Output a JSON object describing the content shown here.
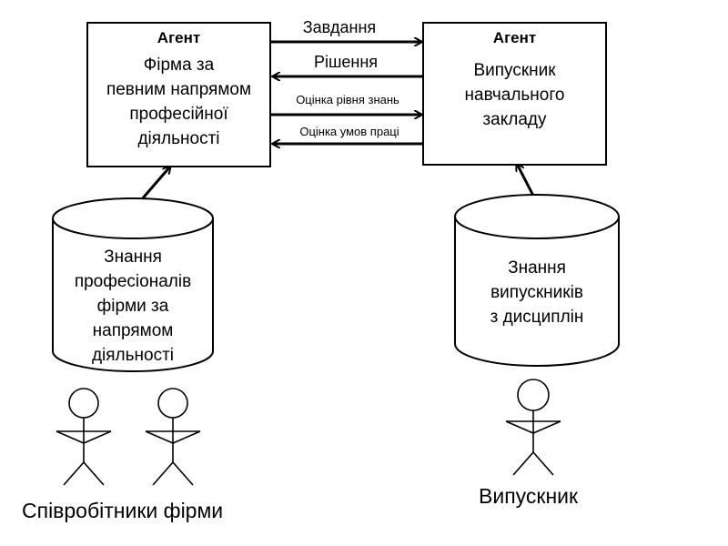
{
  "agents": {
    "left": {
      "title": "Агент",
      "lines": [
        "Фірма за",
        "певним напрямом",
        "професійної",
        "діяльності"
      ]
    },
    "right": {
      "title": "Агент",
      "lines": [
        "Випускник",
        "навчального",
        "закладу"
      ]
    }
  },
  "messages": {
    "task": "Завдання",
    "solution": "Рішення",
    "knowledge_assessment": "Оцінка рівня знань",
    "conditions_assessment": "Оцінка умов праці"
  },
  "databases": {
    "left": {
      "lines": [
        "Знання",
        "професіоналів",
        "фірми за",
        "напрямом",
        "діяльності"
      ]
    },
    "right": {
      "lines": [
        "Знання",
        "випускників",
        "з дисциплін"
      ]
    }
  },
  "actors": {
    "employees": "Співробітники фірми",
    "graduate": "Випускник"
  }
}
